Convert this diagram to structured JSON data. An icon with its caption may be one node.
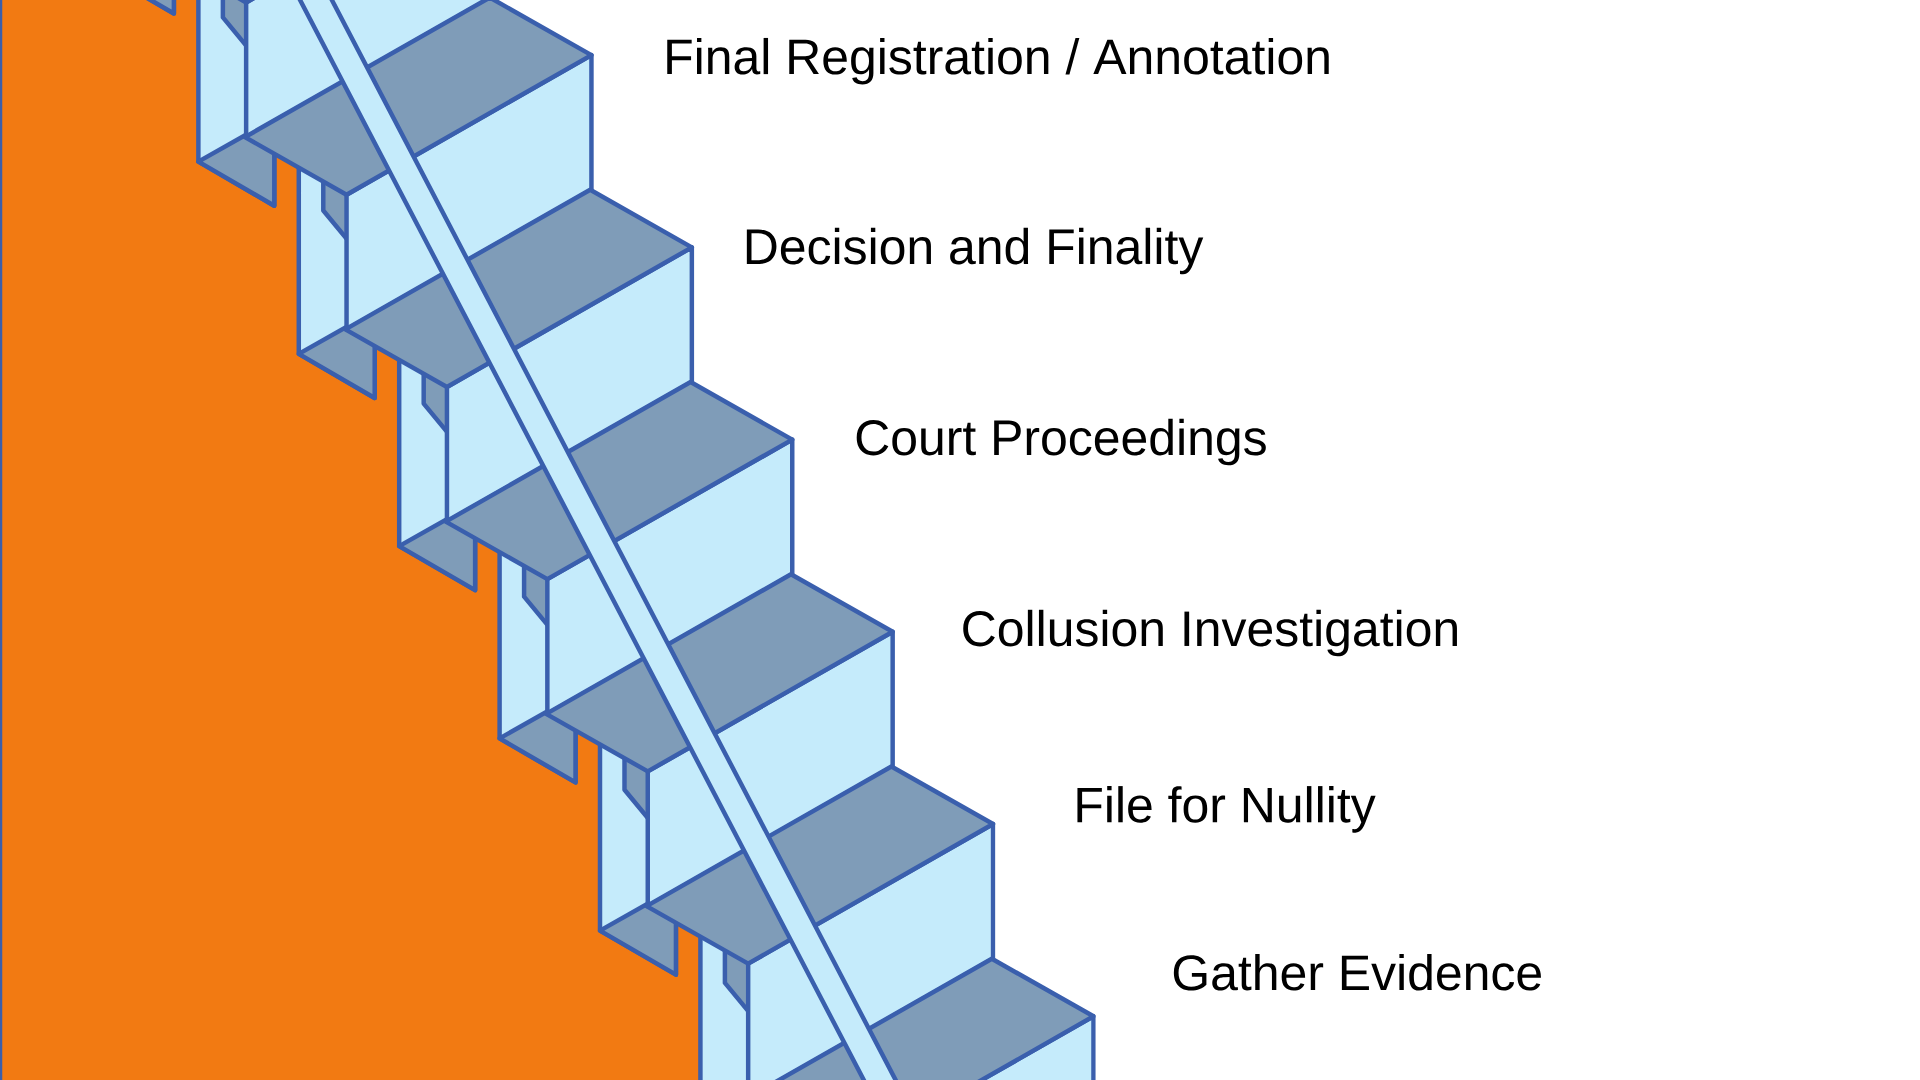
{
  "diagram": {
    "labels": [
      "Final Registration / Annotation",
      "Decision and Finality",
      "Court Proceedings",
      "Collusion Investigation",
      "File for Nullity",
      "Gather Evidence"
    ]
  }
}
